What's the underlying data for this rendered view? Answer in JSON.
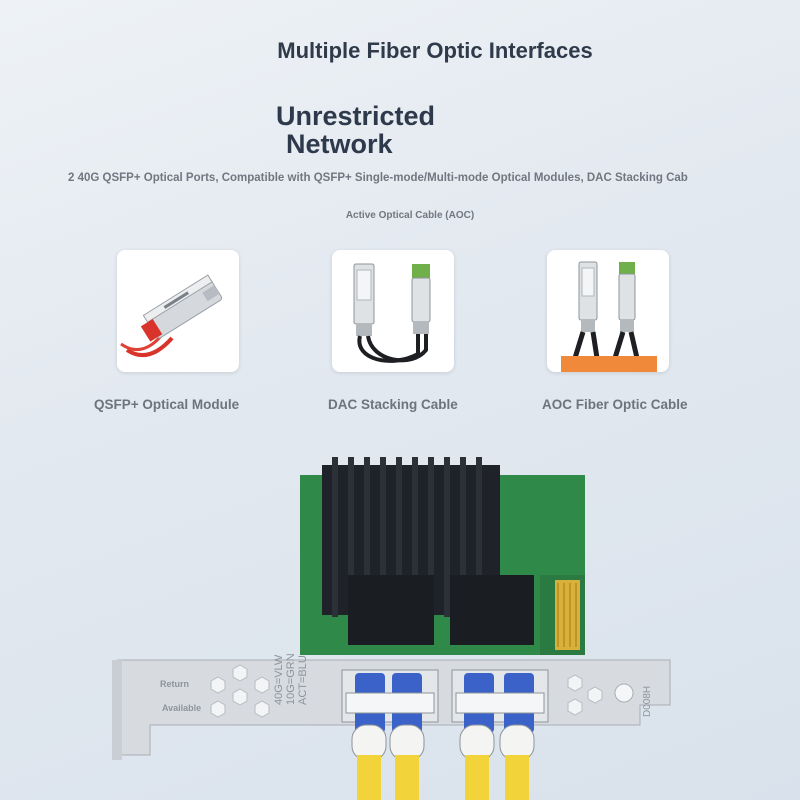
{
  "title": "Multiple Fiber Optic Interfaces",
  "headline": {
    "line1": "Unrestricted",
    "line2": "Network"
  },
  "description": "2 40G QSFP+ Optical Ports, Compatible with QSFP+ Single-mode/Multi-mode Optical Modules, DAC Stacking Cab",
  "subdescription": "Active Optical Cable (AOC)",
  "products": [
    {
      "name": "QSFP+ Optical Module",
      "icon": "qsfp-module-icon"
    },
    {
      "name": "DAC Stacking Cable",
      "icon": "dac-cable-icon"
    },
    {
      "name": "AOC Fiber Optic Cable",
      "icon": "aoc-cable-icon"
    }
  ],
  "bracket": {
    "return_label": "Return",
    "available_label": "Available",
    "led_legend": [
      "40G=VLW",
      "10G=GRN",
      "ACT=BLU"
    ],
    "model": "D008H"
  },
  "colors": {
    "title": "#2f3a4a",
    "text_gray": "#707780",
    "heatsink": "#1f2329",
    "pcb": "#2f8a4a",
    "connector_blue": "#3a62c9",
    "fiber_yellow": "#f2d43a",
    "aoc_orange": "#f08a3a"
  }
}
